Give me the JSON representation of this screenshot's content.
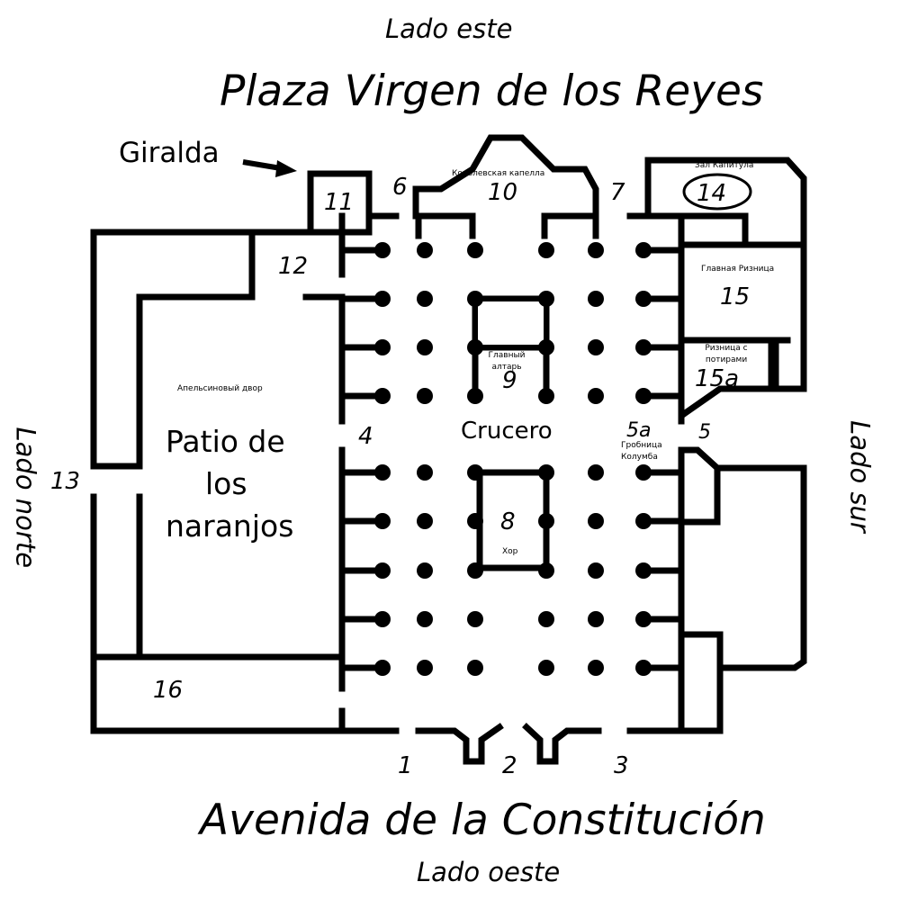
{
  "orientation": {
    "east": "Lado este",
    "west": "Lado oeste",
    "north": "Lado norte",
    "south": "Lado sur"
  },
  "streets": {
    "top": "Plaza Virgen de los Reyes",
    "bottom": "Avenida de la Constitución"
  },
  "areas": {
    "giralda": "Giralda",
    "patio": [
      "Patio de",
      "los",
      "naranjos"
    ],
    "crucero": "Crucero",
    "patio_ru": "Апельсиновый двор",
    "royal_chapel_ru": "Королевская капелла",
    "chapter_hall_ru": "Зал Капитула",
    "main_sacristy_ru": "Главная Ризница",
    "chalice_sacristy_ru": [
      "Ризница с",
      "потирами"
    ],
    "main_altar_ru": [
      "Главный",
      "алтарь"
    ],
    "columbus_tomb_ru": [
      "Гробница",
      "Колумба"
    ],
    "choir_ru": "Хор"
  },
  "numbers": {
    "n1": "1",
    "n2": "2",
    "n3": "3",
    "n4": "4",
    "n5": "5",
    "n5a": "5a",
    "n6": "6",
    "n7": "7",
    "n8": "8",
    "n9": "9",
    "n10": "10",
    "n11": "11",
    "n12": "12",
    "n13": "13",
    "n14": "14",
    "n15": "15",
    "n15a": "15a",
    "n16": "16"
  },
  "highlighted": "14"
}
